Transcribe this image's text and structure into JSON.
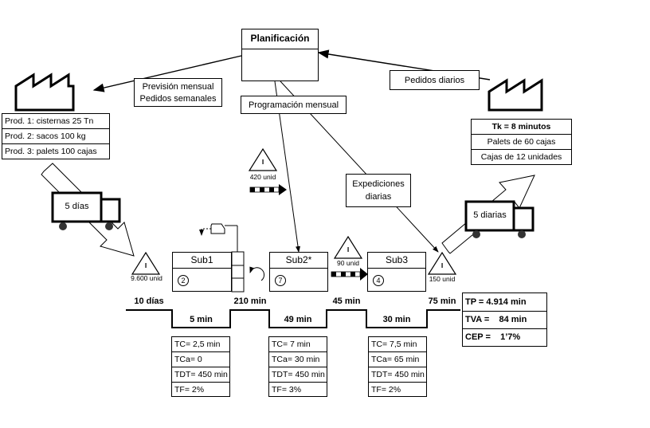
{
  "planning": {
    "title": "Planificación"
  },
  "messages": {
    "monthly_forecast": [
      "Previsión mensual",
      "Pedidos semanales"
    ],
    "daily_orders": "Pedidos diarios",
    "monthly_programming": "Programación mensual",
    "daily_shipments": [
      "Expediciones",
      "diarias"
    ]
  },
  "supplier": {
    "products": [
      "Prod. 1: cisternas 25 Tn",
      "Prod. 2: sacos 100 kg",
      "Prod. 3: palets 100 cajas"
    ],
    "truck_label": "5 días"
  },
  "customer": {
    "specs": [
      "Tk = 8 minutos",
      "Palets de 60 cajas",
      "Cajas de 12 unidades"
    ],
    "truck_label": "5 diarias"
  },
  "inventories": [
    {
      "symbol": "I",
      "qty": "9.600 unid"
    },
    {
      "symbol": "I",
      "qty": "420 unid"
    },
    {
      "symbol": "I",
      "qty": "90 unid"
    },
    {
      "symbol": "I",
      "qty": "150 unid"
    }
  ],
  "processes": [
    {
      "name": "Sub1",
      "operators": "2",
      "data": [
        "TC= 2,5 min",
        "TCa= 0",
        "TDT= 450 min",
        "TF= 2%"
      ]
    },
    {
      "name": "Sub2*",
      "operators": "7",
      "data": [
        "TC= 7 min",
        "TCa= 30 min",
        "TDT= 450 min",
        "TF= 3%"
      ]
    },
    {
      "name": "Sub3",
      "operators": "4",
      "data": [
        "TC= 7,5 min",
        "TCa= 65 min",
        "TDT= 450 min",
        "TF= 2%"
      ]
    }
  ],
  "timeline": {
    "waits": [
      "10 días",
      "210 min",
      "45 min",
      "75 min"
    ],
    "process_times": [
      "5 min",
      "49 min",
      "30 min"
    ]
  },
  "summary": [
    "TP = 4.914 min",
    "TVA =    84 min",
    "CEP =    1’7%"
  ]
}
